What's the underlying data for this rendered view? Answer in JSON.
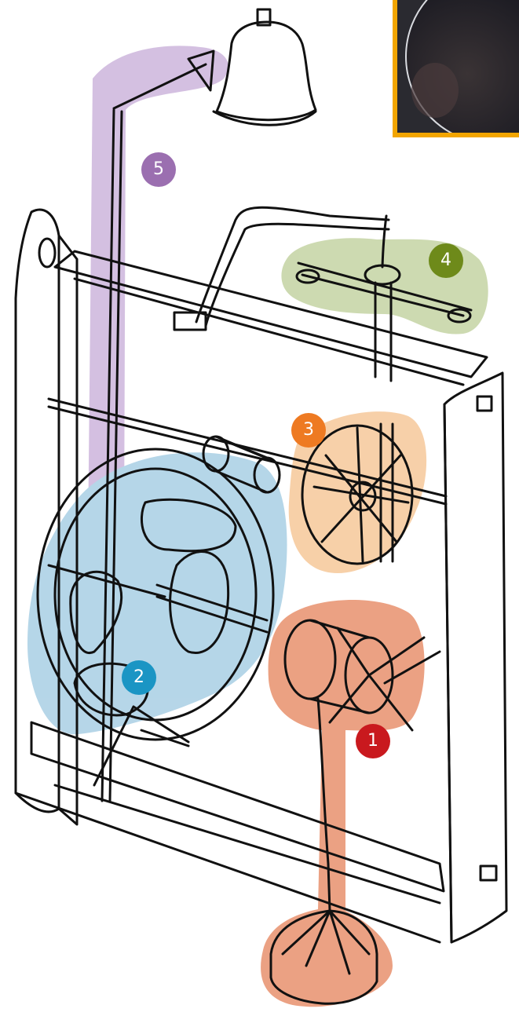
{
  "markers": [
    {
      "label": "1",
      "color": "#c9191e"
    },
    {
      "label": "2",
      "color": "#1a95c4"
    },
    {
      "label": "3",
      "color": "#ee7a22"
    },
    {
      "label": "4",
      "color": "#6e8a1a"
    },
    {
      "label": "5",
      "color": "#9b6fb0"
    }
  ],
  "colors": {
    "drive_highlight": "#e8916d",
    "gear_highlight": "#a9cfe4",
    "escapement_highlight": "#f6c89a",
    "foliot_highlight": "#c4d3a3",
    "strike_highlight": "#cdb5dc",
    "inset_frame": "#f2a500",
    "line": "#111111"
  }
}
